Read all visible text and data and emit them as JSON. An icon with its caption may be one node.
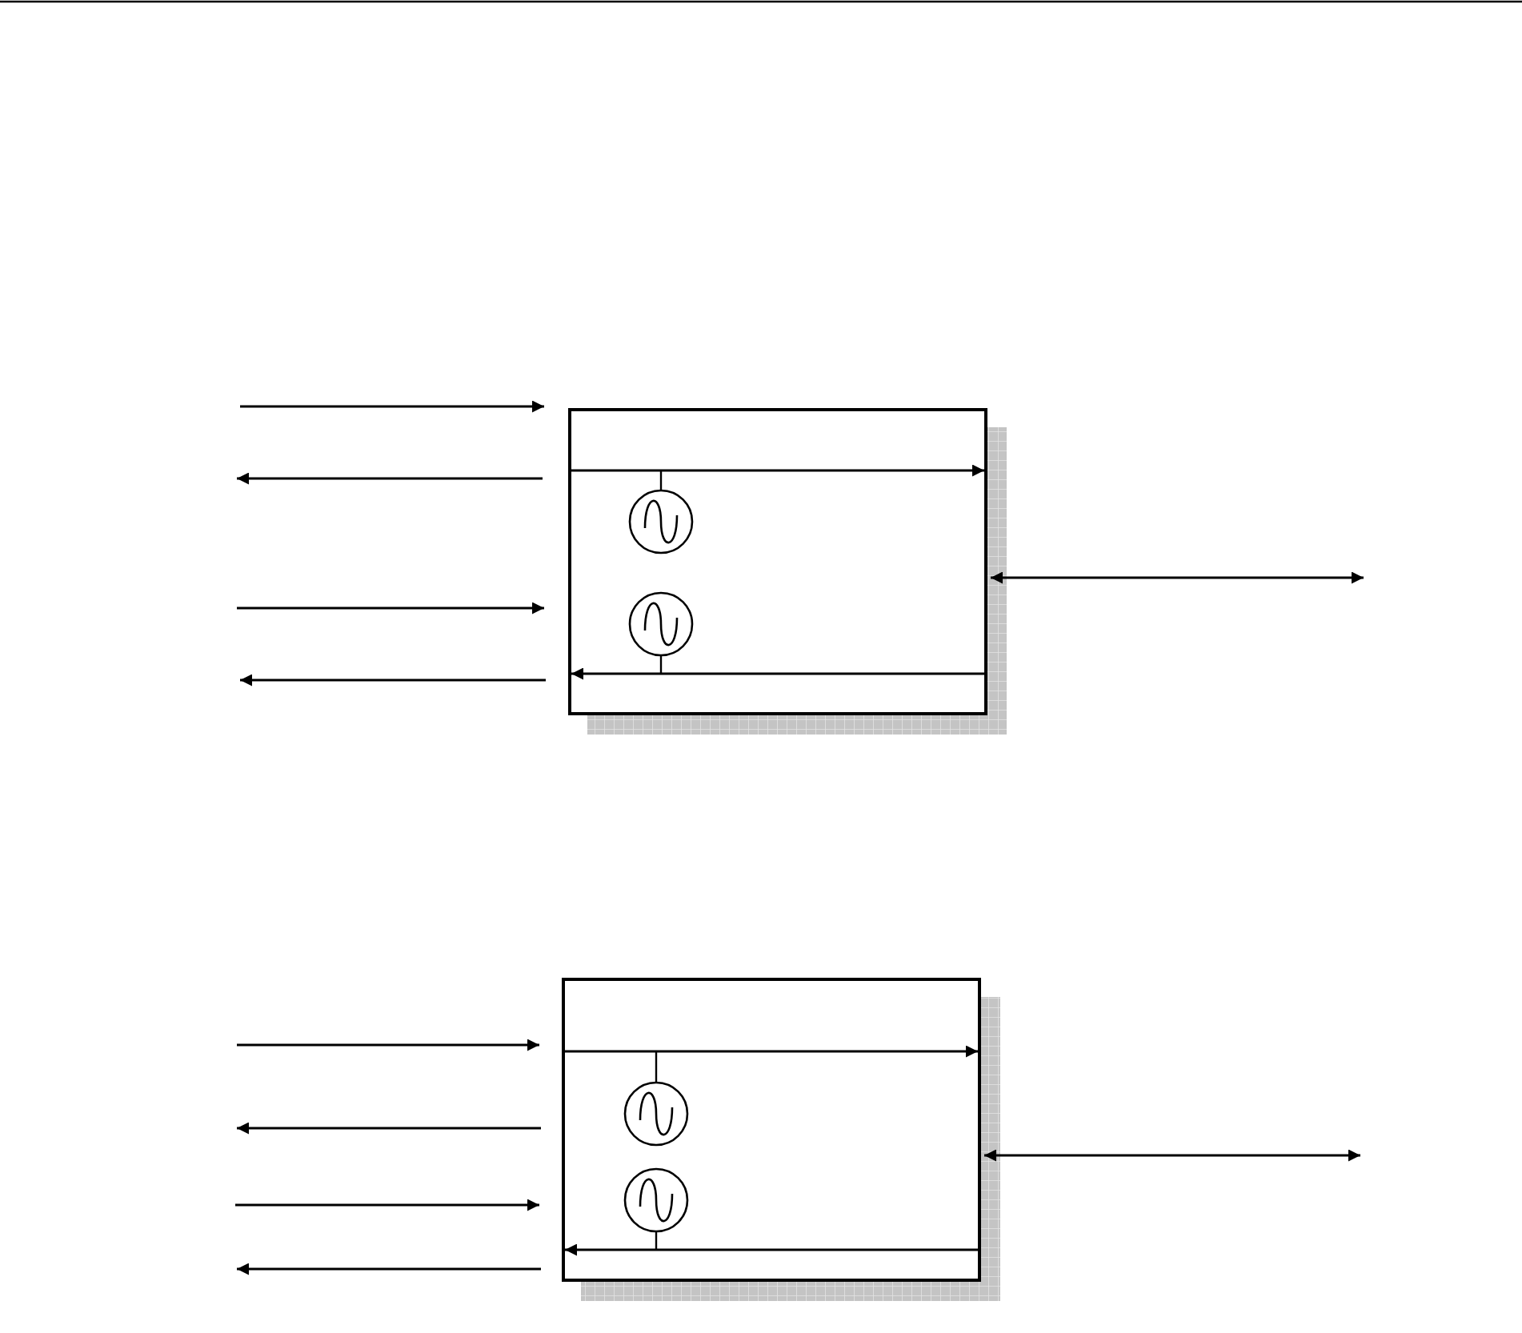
{
  "diagram": {
    "nodes": [
      {
        "text": [],
        "shape": "box"
      },
      {
        "text": [],
        "shape": "box"
      }
    ],
    "edges": [
      {
        "from": null,
        "to": 0,
        "arrow": "to"
      },
      {
        "from": 0,
        "to": null,
        "arrow": "to"
      },
      {
        "from": null,
        "to": 0,
        "arrow": "to"
      },
      {
        "from": 0,
        "to": null,
        "arrow": "to"
      },
      {
        "from": 0,
        "to": null,
        "arrow": "both"
      },
      {
        "from": null,
        "to": 1,
        "arrow": "to"
      },
      {
        "from": 1,
        "to": null,
        "arrow": "to"
      },
      {
        "from": null,
        "to": 1,
        "arrow": "to"
      },
      {
        "from": 1,
        "to": null,
        "arrow": "to"
      },
      {
        "from": 1,
        "to": null,
        "arrow": "both"
      }
    ]
  }
}
